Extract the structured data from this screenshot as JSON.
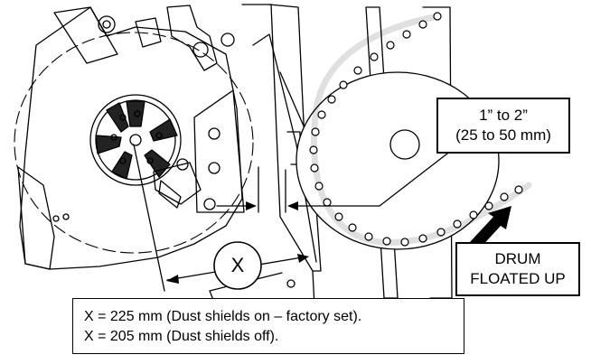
{
  "gap_callout": {
    "line1": "1” to 2”",
    "line2": "(25 to 50 mm)"
  },
  "drum_callout": {
    "line1": "DRUM",
    "line2": "FLOATED UP"
  },
  "dimension": {
    "label": "X"
  },
  "x_note": {
    "line1": "X = 225 mm (Dust shields on – factory set).",
    "line2": "X = 205 mm (Dust shields off)."
  },
  "colors": {
    "ink": "#000000",
    "background": "#ffffff"
  }
}
